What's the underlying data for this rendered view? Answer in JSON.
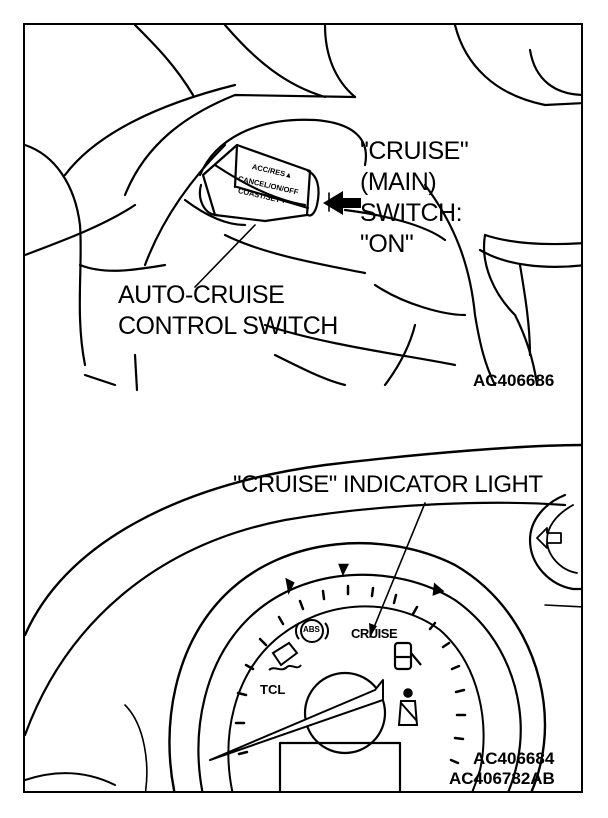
{
  "top_figure": {
    "main_switch_label": [
      "\"CRUISE\"",
      "(MAIN)",
      "SWITCH:",
      "\"ON\""
    ],
    "control_switch_label": [
      "AUTO-CRUISE",
      "CONTROL SWITCH"
    ],
    "switch_texts": [
      "ACC/RES▲",
      "CANCEL/ON/OFF",
      "COAST/SET▼"
    ],
    "figure_code": "AC406686"
  },
  "bottom_figure": {
    "indicator_label": "\"CRUISE\" INDICATOR LIGHT",
    "cruise_text": "CRUISE",
    "abs_text": "ABS",
    "tcl_text": "TCL",
    "figure_codes": [
      "AC406684",
      "AC406782AB"
    ]
  }
}
